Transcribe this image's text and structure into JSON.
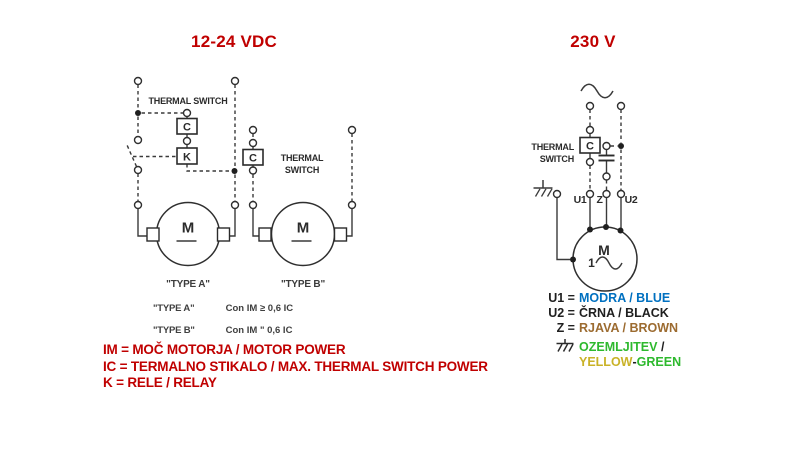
{
  "titles": {
    "left": "12-24 VDC",
    "right": "230 V"
  },
  "colors": {
    "red": "#c00000",
    "blue": "#0070c0",
    "brown": "#9c6b30",
    "green": "#2eb92e",
    "yellow": "#c9b227",
    "black": "#1f1f1f"
  },
  "circuit_a": {
    "thermal_switch_label": "THERMAL SWITCH",
    "contactor_label": "C",
    "relay_label": "K",
    "motor_label": "M",
    "type_label": "\"TYPE A\""
  },
  "circuit_b": {
    "thermal_line1": "THERMAL",
    "thermal_line2": "SWITCH",
    "contactor_label": "C",
    "motor_label": "M",
    "type_label": "\"TYPE B\""
  },
  "circuit_230": {
    "thermal_line1": "THERMAL",
    "thermal_line2": "SWITCH",
    "contactor_label": "C",
    "u1_label": "U1",
    "z_label": "Z",
    "u2_label": "U2",
    "motor_label": "M",
    "phase_label": "1"
  },
  "spec_table": {
    "rows": [
      {
        "name": "\"TYPE A\"",
        "value": "Con IM ≥ 0,6 IC"
      },
      {
        "name": "\"TYPE B\"",
        "value": "Con IM \" 0,6 IC"
      }
    ]
  },
  "legend_red": {
    "lines": [
      "IM = MOČ MOTORJA / MOTOR POWER",
      "IC = TERMALNO STIKALO / MAX. THERMAL SWITCH POWER",
      "K = RELE / RELAY"
    ]
  },
  "wire_legend": {
    "u1_label": "U1 =",
    "u1_value": "MODRA / BLUE",
    "u2_label": "U2 =",
    "u2_value": "ČRNA / BLACK",
    "z_label": "Z =",
    "z_value": "RJAVA / BROWN",
    "ground_value": "OZEMLJITEV",
    "ground_slash": " /",
    "yellow_word": "YELLOW",
    "dash_word": "-",
    "green_word": "GREEN"
  }
}
